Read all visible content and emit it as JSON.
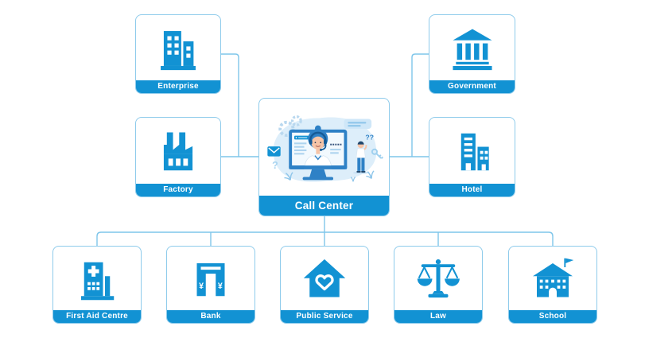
{
  "diagram": {
    "center": {
      "label": "Call Center"
    },
    "top_left": [
      {
        "label": "Enterprise"
      },
      {
        "label": "Factory"
      }
    ],
    "top_right": [
      {
        "label": "Government"
      },
      {
        "label": "Hotel"
      }
    ],
    "bottom": [
      {
        "label": "First Aid Centre"
      },
      {
        "label": "Bank"
      },
      {
        "label": "Public Service"
      },
      {
        "label": "Law"
      },
      {
        "label": "School"
      }
    ],
    "colors": {
      "primary_blue": "#1292d3",
      "card_border": "#8ecbeb",
      "connector_line": "#7fc6ea",
      "label_text": "#ffffff",
      "illustration_bg": "#ddeefa",
      "background": "#ffffff"
    }
  }
}
